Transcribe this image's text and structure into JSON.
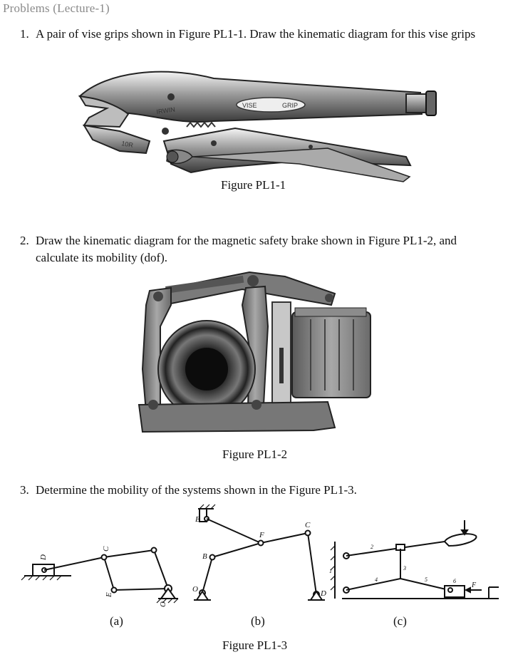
{
  "heading": "Problems (Lecture-1)",
  "problems": [
    {
      "number": "1.",
      "lines": [
        "A pair of vise grips shown in Figure PL1-1. Draw the kinematic diagram for this vise grips"
      ]
    },
    {
      "number": "2.",
      "lines": [
        "Draw the kinematic diagram for the magnetic safety brake shown in Figure PL1-2, and",
        "calculate its mobility (dof)."
      ]
    },
    {
      "number": "3.",
      "lines": [
        "Determine the mobility of the systems shown in the Figure PL1-3."
      ]
    }
  ],
  "figures": {
    "fig1": {
      "caption": "Figure PL1-1",
      "brand_text": [
        "IRWIN",
        "VISE",
        "GRIP",
        "10R"
      ]
    },
    "fig2": {
      "caption": "Figure PL1-2"
    },
    "fig3": {
      "caption": "Figure PL1-3",
      "sub_labels": [
        "(a)",
        "(b)",
        "(c)"
      ],
      "a_labels": [
        "D",
        "C",
        "E",
        "O"
      ],
      "b_labels": [
        "E",
        "F",
        "C",
        "B",
        "O",
        "D"
      ],
      "c_labels": [
        "1",
        "2",
        "3",
        "4",
        "5",
        "6",
        "F"
      ]
    }
  }
}
